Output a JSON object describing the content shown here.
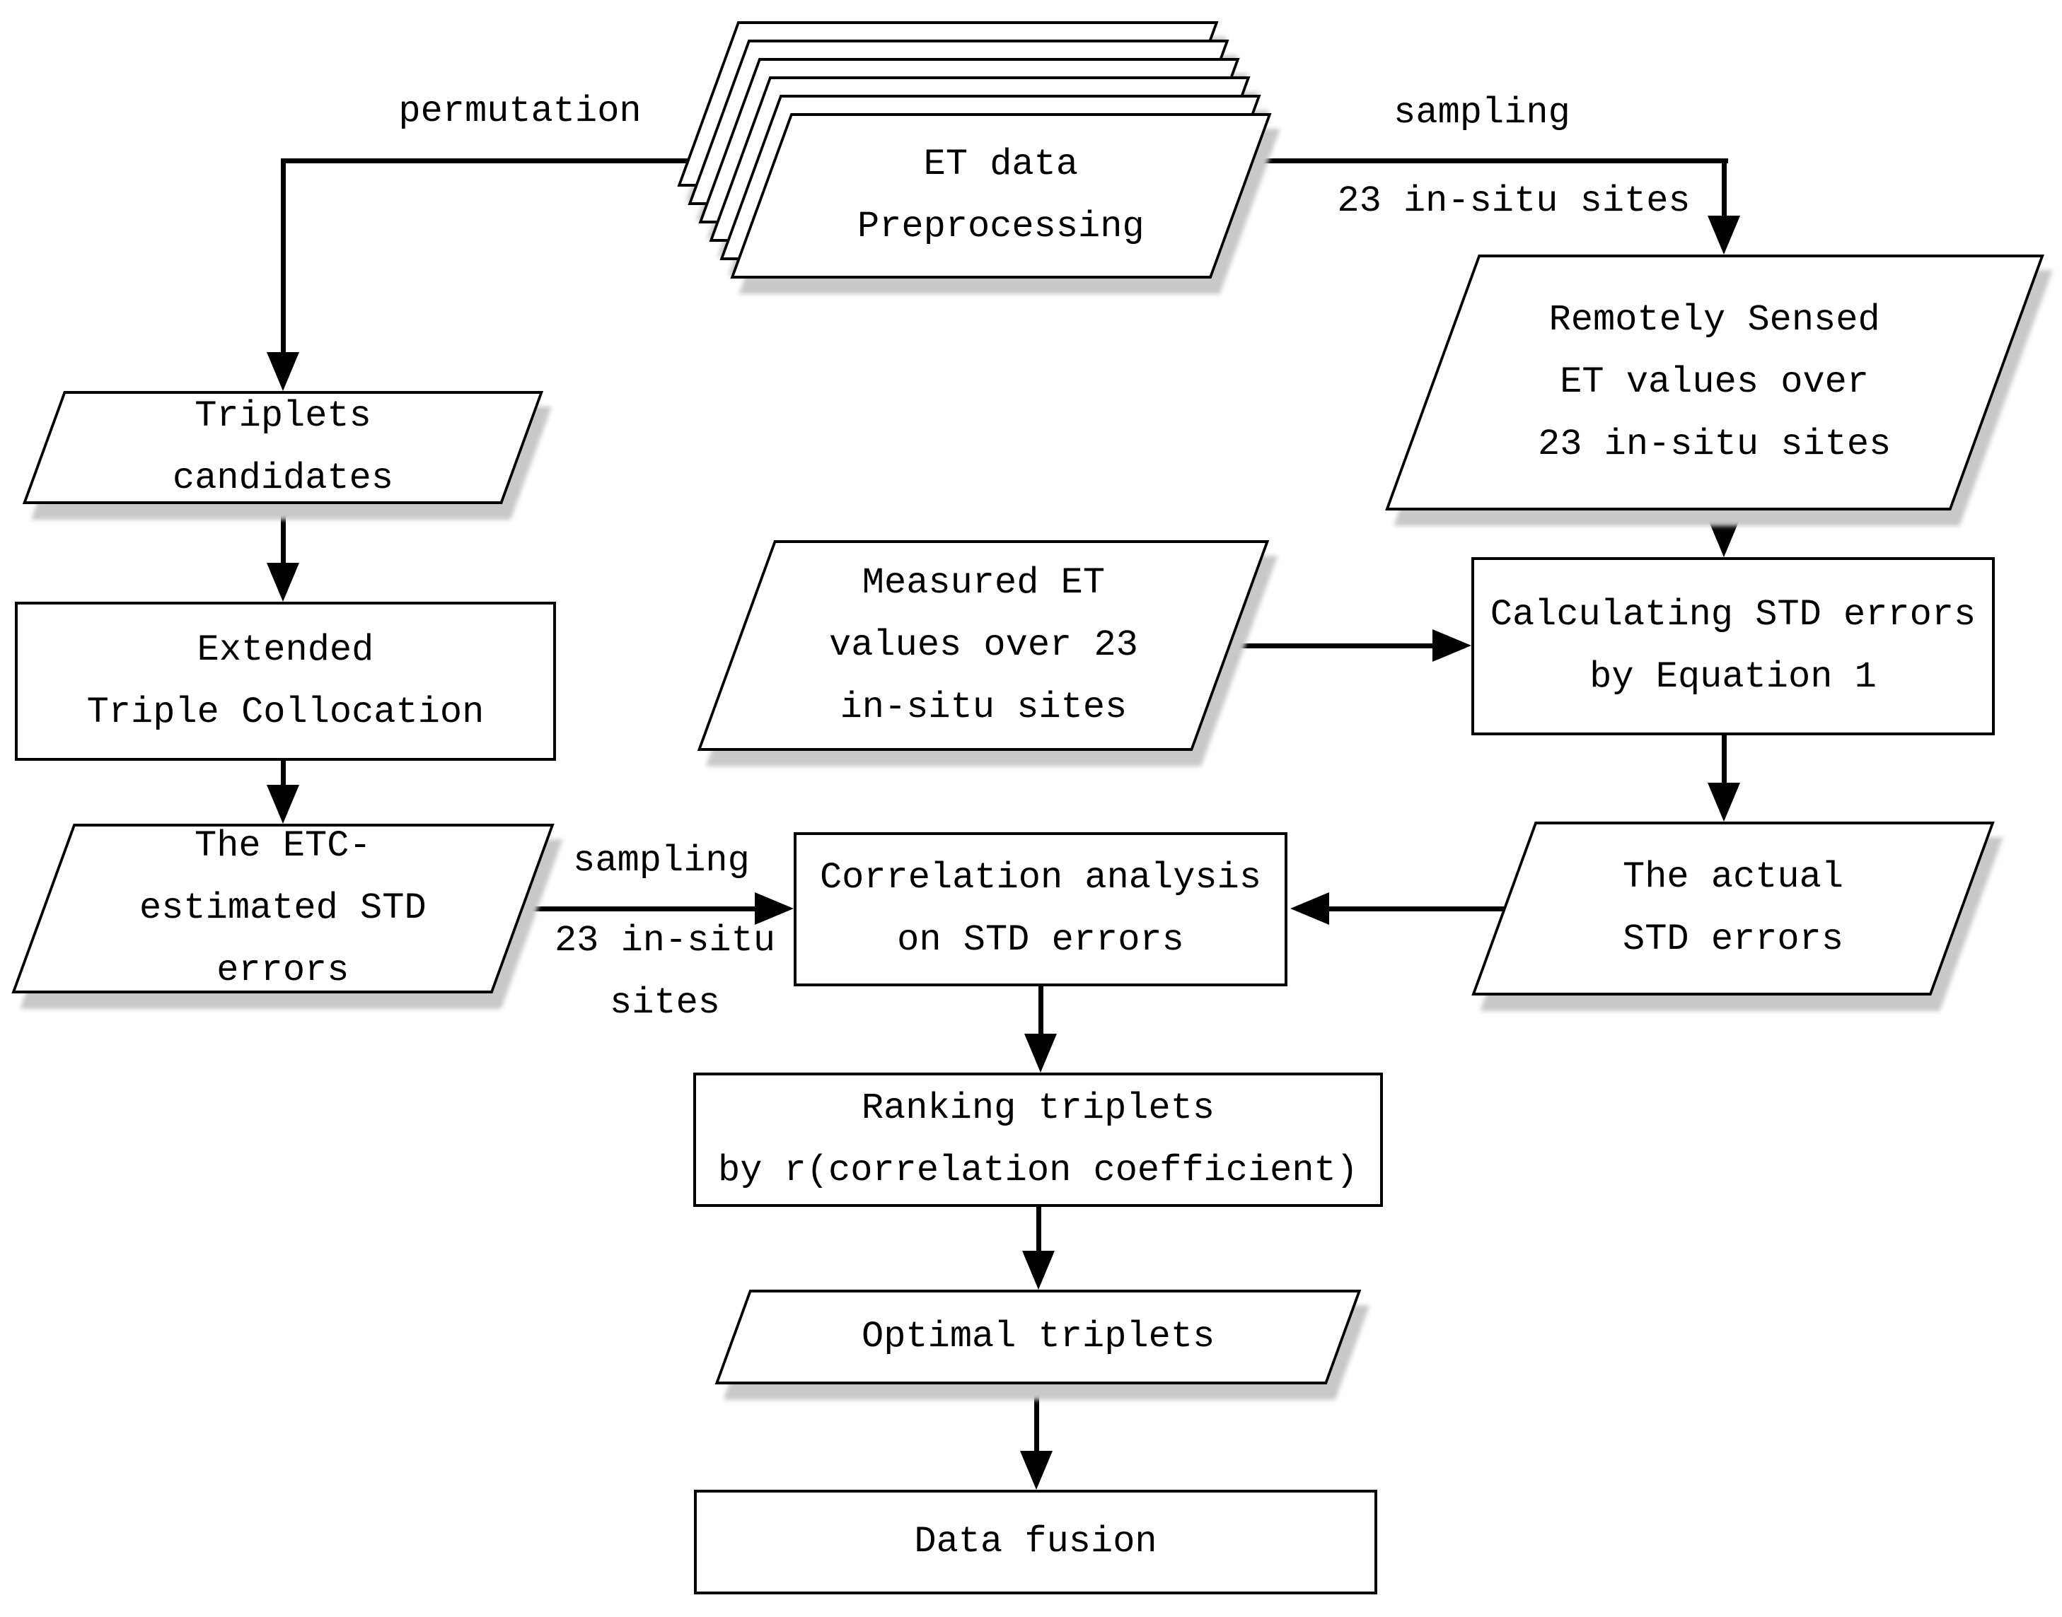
{
  "diagram": {
    "title": "ET data fusion flowchart",
    "colors": {
      "line": "#000000",
      "node_fill": "#ffffff",
      "shadow": "#c8c8c8",
      "background": "#ffffff",
      "text": "#000000"
    },
    "nodes": {
      "stack": {
        "label": "ET data\nPreprocessing",
        "shape": "stacked-parallelogram"
      },
      "triplets": {
        "label": "Triplets\ncandidates",
        "shape": "parallelogram"
      },
      "extended": {
        "label": "Extended\nTriple Collocation",
        "shape": "rectangle"
      },
      "etc_errors": {
        "label": "The ETC-\nestimated STD\nerrors",
        "shape": "parallelogram"
      },
      "measured": {
        "label": "Measured ET\nvalues over 23\nin-situ sites",
        "shape": "parallelogram"
      },
      "remotely": {
        "label": "Remotely Sensed\nET values over\n23 in-situ sites",
        "shape": "parallelogram"
      },
      "calculating": {
        "label": "Calculating STD errors\nby Equation 1",
        "shape": "rectangle"
      },
      "actual": {
        "label": "The actual\nSTD errors",
        "shape": "parallelogram"
      },
      "correlation": {
        "label": "Correlation analysis\non STD errors",
        "shape": "rectangle"
      },
      "ranking": {
        "label": "Ranking triplets\nby r(correlation coefficient)",
        "shape": "rectangle"
      },
      "optimal": {
        "label": "Optimal triplets",
        "shape": "parallelogram"
      },
      "fusion": {
        "label": "Data fusion",
        "shape": "rectangle"
      }
    },
    "edge_labels": {
      "permutation": "permutation",
      "sampling_top": "sampling",
      "sites_top": "23 in-situ sites",
      "sampling_left": "sampling",
      "sites_left": "23 in-situ\nsites"
    },
    "edges": [
      {
        "from": "stack",
        "to": "triplets",
        "label": "permutation"
      },
      {
        "from": "stack",
        "to": "remotely",
        "label": "sampling / 23 in-situ sites"
      },
      {
        "from": "triplets",
        "to": "extended",
        "label": ""
      },
      {
        "from": "extended",
        "to": "etc_errors",
        "label": ""
      },
      {
        "from": "etc_errors",
        "to": "correlation",
        "label": "sampling / 23 in-situ sites"
      },
      {
        "from": "measured",
        "to": "calculating",
        "label": ""
      },
      {
        "from": "remotely",
        "to": "calculating",
        "label": ""
      },
      {
        "from": "calculating",
        "to": "actual",
        "label": ""
      },
      {
        "from": "actual",
        "to": "correlation",
        "label": ""
      },
      {
        "from": "correlation",
        "to": "ranking",
        "label": ""
      },
      {
        "from": "ranking",
        "to": "optimal",
        "label": ""
      },
      {
        "from": "optimal",
        "to": "fusion",
        "label": ""
      }
    ]
  }
}
